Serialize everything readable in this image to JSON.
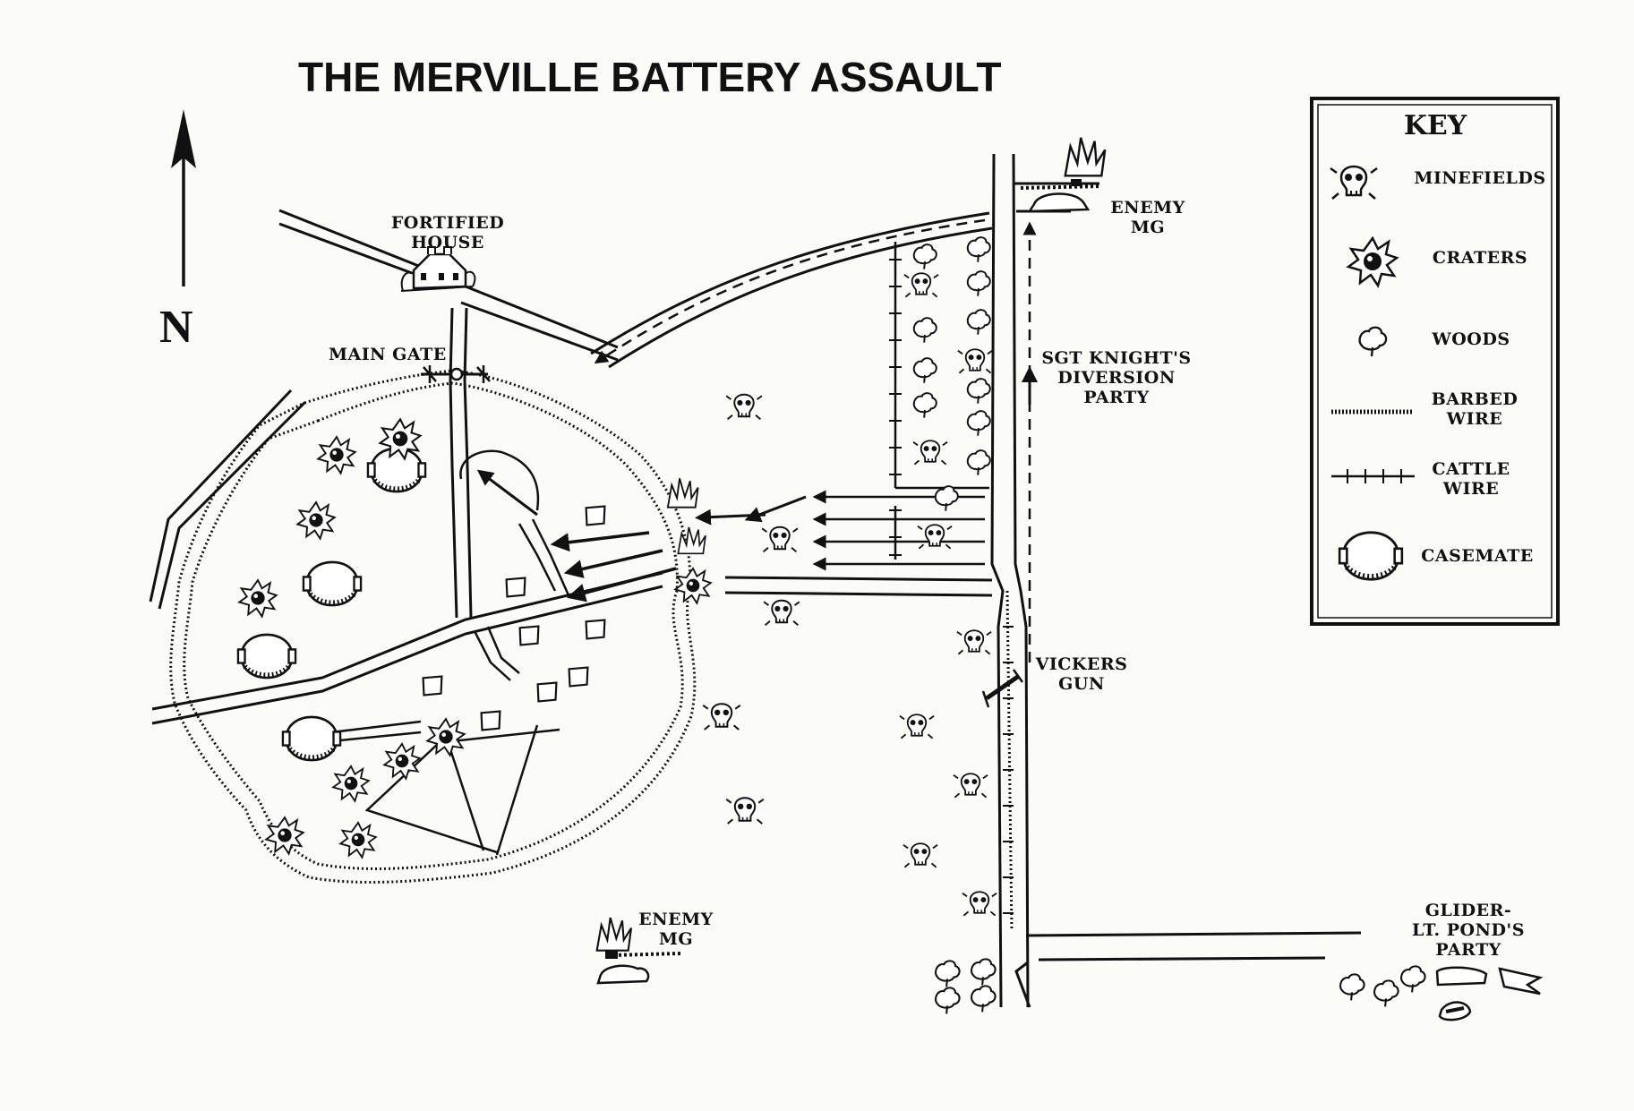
{
  "title": "THE MERVILLE BATTERY ASSAULT",
  "compass": {
    "letter": "N"
  },
  "labels": {
    "fortified_house": [
      "FORTIFIED",
      "HOUSE"
    ],
    "main_gate": "MAIN GATE",
    "enemy_mg_ne": [
      "ENEMY",
      "MG"
    ],
    "sgt_knight": [
      "SGT KNIGHT'S",
      "DIVERSION",
      "PARTY"
    ],
    "vickers": [
      "VICKERS",
      "GUN"
    ],
    "enemy_mg_s": [
      "ENEMY",
      "MG"
    ],
    "glider": [
      "GLIDER-",
      "LT. POND'S",
      "PARTY"
    ]
  },
  "key": {
    "title": "KEY",
    "items": [
      {
        "icon": "minefield-skull-icon",
        "label": [
          "MINEFIELDS"
        ]
      },
      {
        "icon": "crater-icon",
        "label": [
          "CRATERS"
        ]
      },
      {
        "icon": "woods-icon",
        "label": [
          "WOODS"
        ]
      },
      {
        "icon": "barbed-wire-icon",
        "label": [
          "BARBED",
          "WIRE"
        ]
      },
      {
        "icon": "cattle-wire-icon",
        "label": [
          "CATTLE",
          "WIRE"
        ]
      },
      {
        "icon": "casemate-icon",
        "label": [
          "CASEMATE"
        ]
      }
    ]
  }
}
